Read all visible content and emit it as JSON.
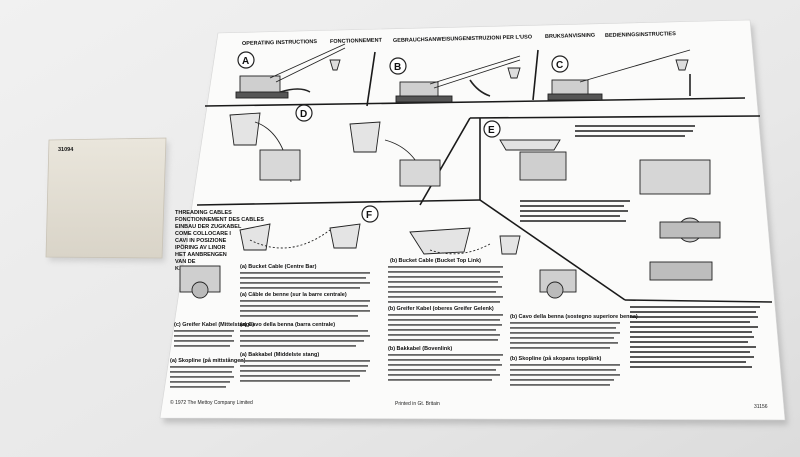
{
  "card": {
    "code": "31094"
  },
  "sheet": {
    "header_labels": [
      "OPERATING INSTRUCTIONS",
      "FONCTIONNEMENT",
      "GEBRAUCHSANWEISUNGEN",
      "ISTRUZIONI PER L'USO",
      "BRUKSANVISNING",
      "BEDIENINGSINSTRUCTIES"
    ],
    "panels": [
      "A",
      "B",
      "C",
      "D",
      "E",
      "F"
    ],
    "threading_titles": [
      "THREADING CABLES",
      "FONCTIONNEMENT DES CABLES",
      "EINBAU DER ZUGKABEL",
      "COME COLLOCARE I",
      "CAVI IN POSIZIONE",
      "IPÖRING AV LINOR",
      "HET AANBRENGEN",
      "VAN DE",
      "KABELS"
    ],
    "section_headings": {
      "a_bucket_cable": "(a) Bucket Cable (Centre Bar)",
      "b_bucket_cable": "(b) Bucket Cable (Bucket Top Link)",
      "a_cable_benne": "(a) Câble de benne (sur la barre centrale)",
      "a_cavo_benna": "(a) Cavo della benna (barra centrale)",
      "c_greifer": "(c) Greifer Kabel (Mittelstange)",
      "b_greifer": "(b) Greifer Kabel (oberes Greifer Gelenk)",
      "a_skopline": "(a) Skopline (på mittstången)",
      "b_cavo": "(b) Cavo della benna (sostegno superiore benna)",
      "a_bakkabel": "(a) Bakkabel (Middelste stang)",
      "b_skopline": "(b) Skopline (på skopans topplänk)",
      "b_bakkabel": "(b) Bakkabel (Bovenlink)"
    },
    "footer_left": "© 1972 The Mettoy Company Limited",
    "footer_center": "Printed in Gt. Britain",
    "footer_right": "31156"
  }
}
